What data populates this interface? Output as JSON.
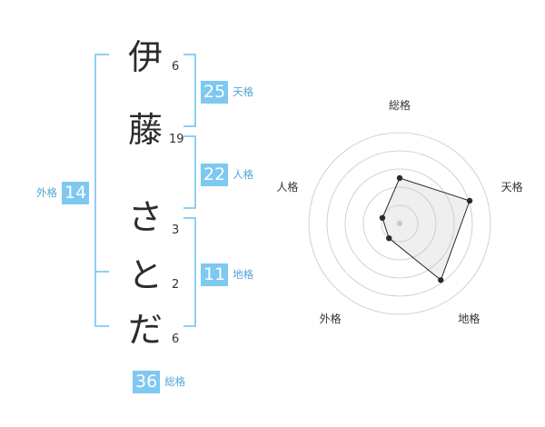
{
  "name": {
    "chars": [
      {
        "char": "伊",
        "strokes": "6"
      },
      {
        "char": "藤",
        "strokes": "19"
      },
      {
        "char": "さ",
        "strokes": "3"
      },
      {
        "char": "と",
        "strokes": "2"
      },
      {
        "char": "だ",
        "strokes": "6"
      }
    ]
  },
  "kaku": {
    "tenkaku": {
      "value": "25",
      "label": "天格"
    },
    "jinkaku": {
      "value": "22",
      "label": "人格"
    },
    "chikaku": {
      "value": "11",
      "label": "地格"
    },
    "gaikaku": {
      "value": "14",
      "label": "外格"
    },
    "soukaku": {
      "value": "36",
      "label": "総格"
    }
  },
  "colors": {
    "accent": "#7ec8f2",
    "bracket": "#8ecff5",
    "label": "#53a6d8"
  },
  "chart_data": {
    "type": "radar",
    "axes": [
      "総格",
      "天格",
      "地格",
      "外格",
      "人格"
    ],
    "values": [
      0.5,
      0.81,
      0.77,
      0.2,
      0.2
    ],
    "range": [
      0,
      1
    ],
    "rings": 5,
    "title": ""
  }
}
